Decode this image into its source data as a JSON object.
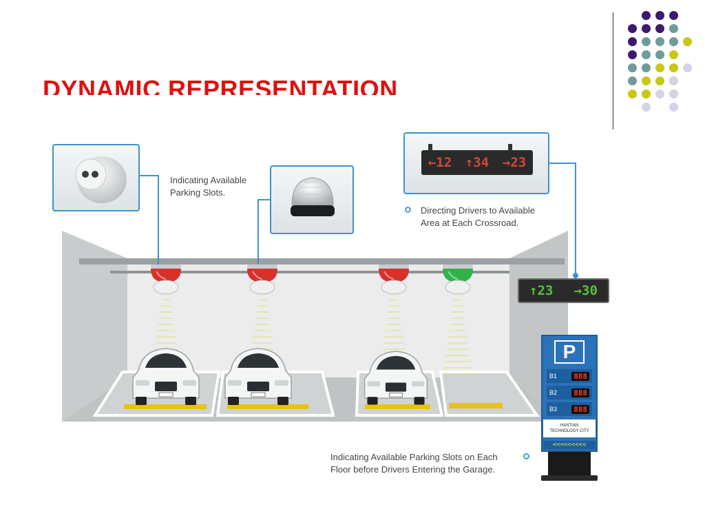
{
  "slide": {
    "title": "DYNAMIC REPRESENTATION"
  },
  "colors": {
    "title": "#e01010",
    "frame_border": "#3b93d0",
    "dot_purple": "#3d1a6b",
    "dot_teal": "#6f9c9a",
    "dot_yellow": "#c9c718",
    "dot_lavender": "#d4d2e6"
  },
  "captions": {
    "sensor": [
      "Indicating Available",
      "Parking Slots."
    ],
    "direction": [
      "Directing Drivers to Available",
      "Area at Each Crossroad."
    ],
    "entrance": [
      "Indicating Available Parking Slots on Each",
      "Floor before Drivers Entering the Garage."
    ]
  },
  "top_sign": {
    "items": [
      "←12",
      "↑34",
      "→23"
    ]
  },
  "garage_sign": {
    "items": [
      "↑23",
      "→30"
    ]
  },
  "ceiling_lights": [
    {
      "status": "occupied",
      "color": "#d8312b"
    },
    {
      "status": "occupied",
      "color": "#d8312b"
    },
    {
      "status": "occupied",
      "color": "#d8312b"
    },
    {
      "status": "available",
      "color": "#2fb24a"
    }
  ],
  "entrance_post": {
    "header_icon": "P",
    "floors": [
      {
        "label": "B1",
        "value": "888"
      },
      {
        "label": "B2",
        "value": "888"
      },
      {
        "label": "B3",
        "value": "888"
      }
    ],
    "name_line1": "HANTIAN",
    "name_line2": "TECHNOLOGY CITY",
    "arrows": "<<<<<<<<<"
  }
}
